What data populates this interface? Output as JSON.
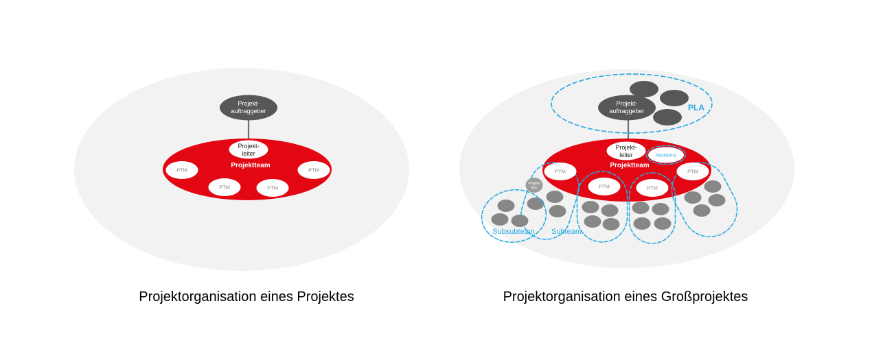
{
  "colors": {
    "team_red": "#e30613",
    "sponsor_dark_gray": "#575756",
    "member_gray": "#878787",
    "projekt_ma_gray": "#9d9d9c",
    "panel_light_gray": "#f2f2f2",
    "accent_blue": "#29abe2",
    "connector_gray": "#706f6f",
    "text_black": "#000000"
  },
  "left_diagram": {
    "title": "Projektorganisation eines Projektes",
    "sponsor_line1": "Projekt-",
    "sponsor_line2": "auftraggeber",
    "leader_line1": "Projekt-",
    "leader_line2": "leiter",
    "team_label": "Projektteam",
    "member_label": "PTM"
  },
  "right_diagram": {
    "title": "Projektorganisation eines Großprojektes",
    "pla_label": "PLA",
    "sponsor_line1": "Projekt-",
    "sponsor_line2": "auftraggeber",
    "leader_line1": "Projekt-",
    "leader_line2": "leiter",
    "assistant_label": "Assistenz",
    "team_label": "Projektteam",
    "member_label": "PTM",
    "projekt_ma_line1": "Projekt",
    "projekt_ma_line2": "MA",
    "subteam_label": "Subteam",
    "subsubteam_label": "Subsubteam"
  }
}
